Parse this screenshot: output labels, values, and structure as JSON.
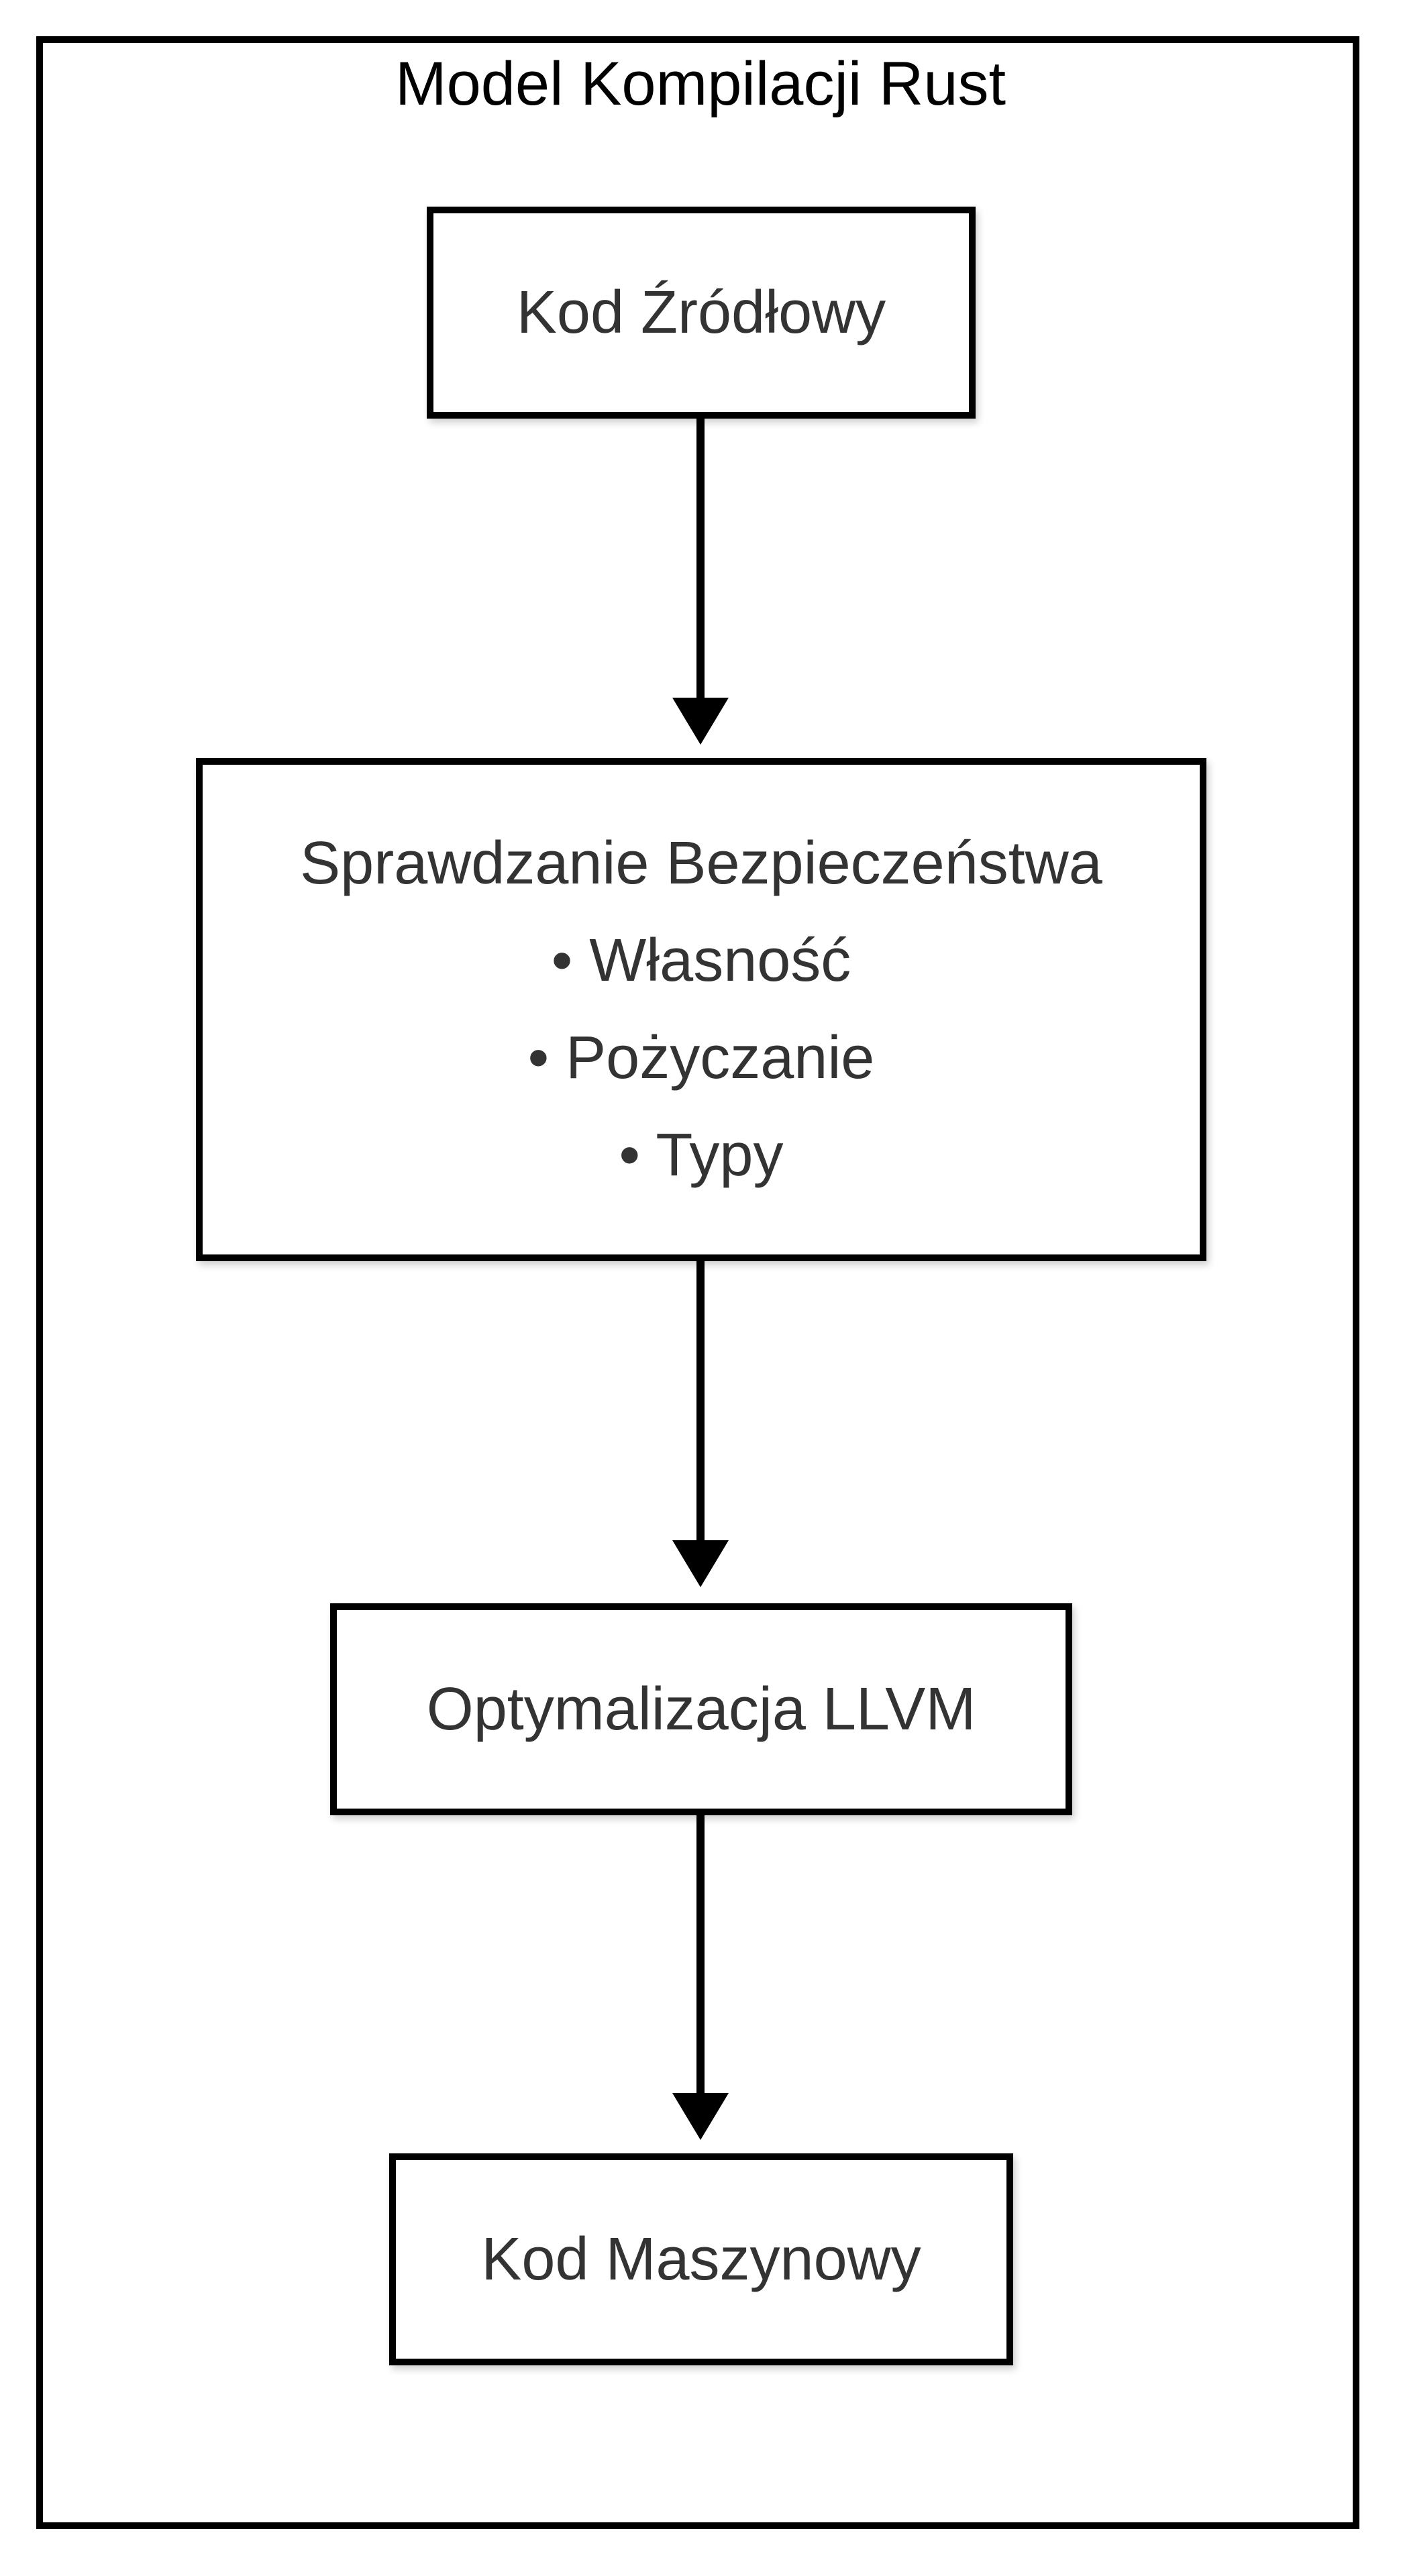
{
  "diagram": {
    "title": "Model Kompilacji Rust",
    "nodes": [
      {
        "id": "source",
        "lines": [
          "Kod Źródłowy"
        ]
      },
      {
        "id": "safety",
        "lines": [
          "Sprawdzanie Bezpieczeństwa",
          "• Własność",
          "• Pożyczanie",
          "• Typy"
        ]
      },
      {
        "id": "llvm",
        "lines": [
          "Optymalizacja LLVM"
        ]
      },
      {
        "id": "machine",
        "lines": [
          "Kod Maszynowy"
        ]
      }
    ],
    "edges": [
      {
        "from": "source",
        "to": "safety"
      },
      {
        "from": "safety",
        "to": "llvm"
      },
      {
        "from": "llvm",
        "to": "machine"
      }
    ]
  }
}
